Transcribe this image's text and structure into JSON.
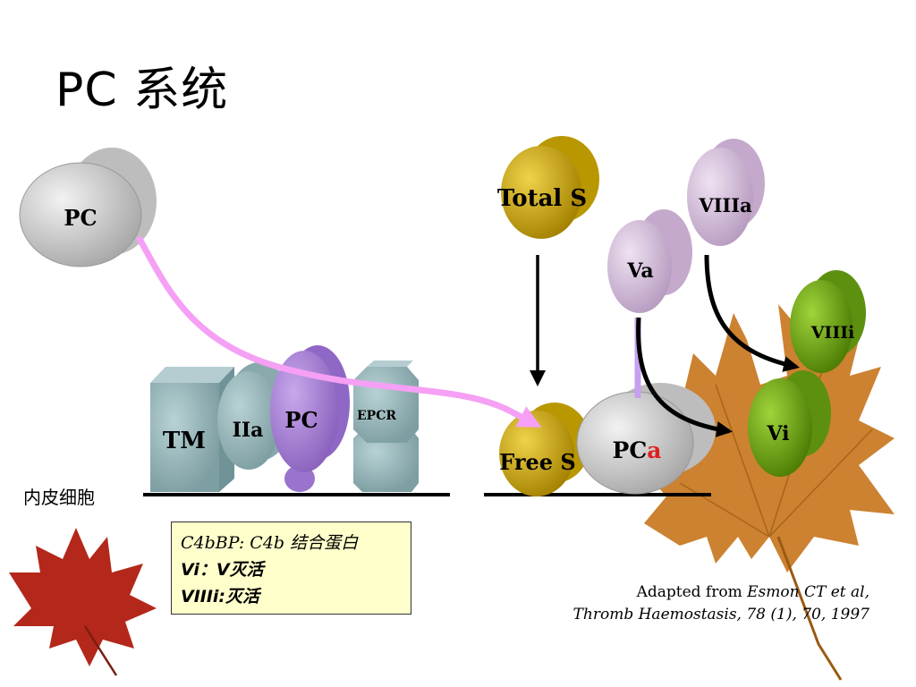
{
  "slide": {
    "title": "PC 系统",
    "endothelial_label": "内皮细胞"
  },
  "nodes": {
    "pc_free": "PC",
    "tm": "TM",
    "iia": "IIa",
    "pc_bound": "PC",
    "epcr": "EPCR",
    "total_s": "Total S",
    "free_s": "Free S",
    "pca_prefix": "PC",
    "pca_suffix": "a",
    "viiia": "VIIIa",
    "va": "Va",
    "viiii": "VIIIi",
    "vi": "Vi"
  },
  "legend": {
    "line1": "C4bBP: C4b 结合蛋白",
    "line2": "Vi：V灭活",
    "line3": "VIIIi:灭活"
  },
  "citation": {
    "prefix": "Adapted from ",
    "author": "Esmon CT et al,",
    "line2": "Thromb Haemostasis,  78 (1), 70,  1997"
  },
  "colors": {
    "gray_protein": "#c8c8c8",
    "teal_block": "#8fb1b5",
    "purple_pc": "#a985d6",
    "gold_s": "#c9a400",
    "lilac_factor": "#d4bcd9",
    "green_inactive": "#6aa012",
    "pink_arrow": "#f5a0f5",
    "pca_accent": "#e02020",
    "leaf_orange": "#c8771e",
    "leaf_red": "#b3281a",
    "legend_bg": "#ffffcc"
  },
  "icons": [
    "maple-leaf-icon"
  ]
}
